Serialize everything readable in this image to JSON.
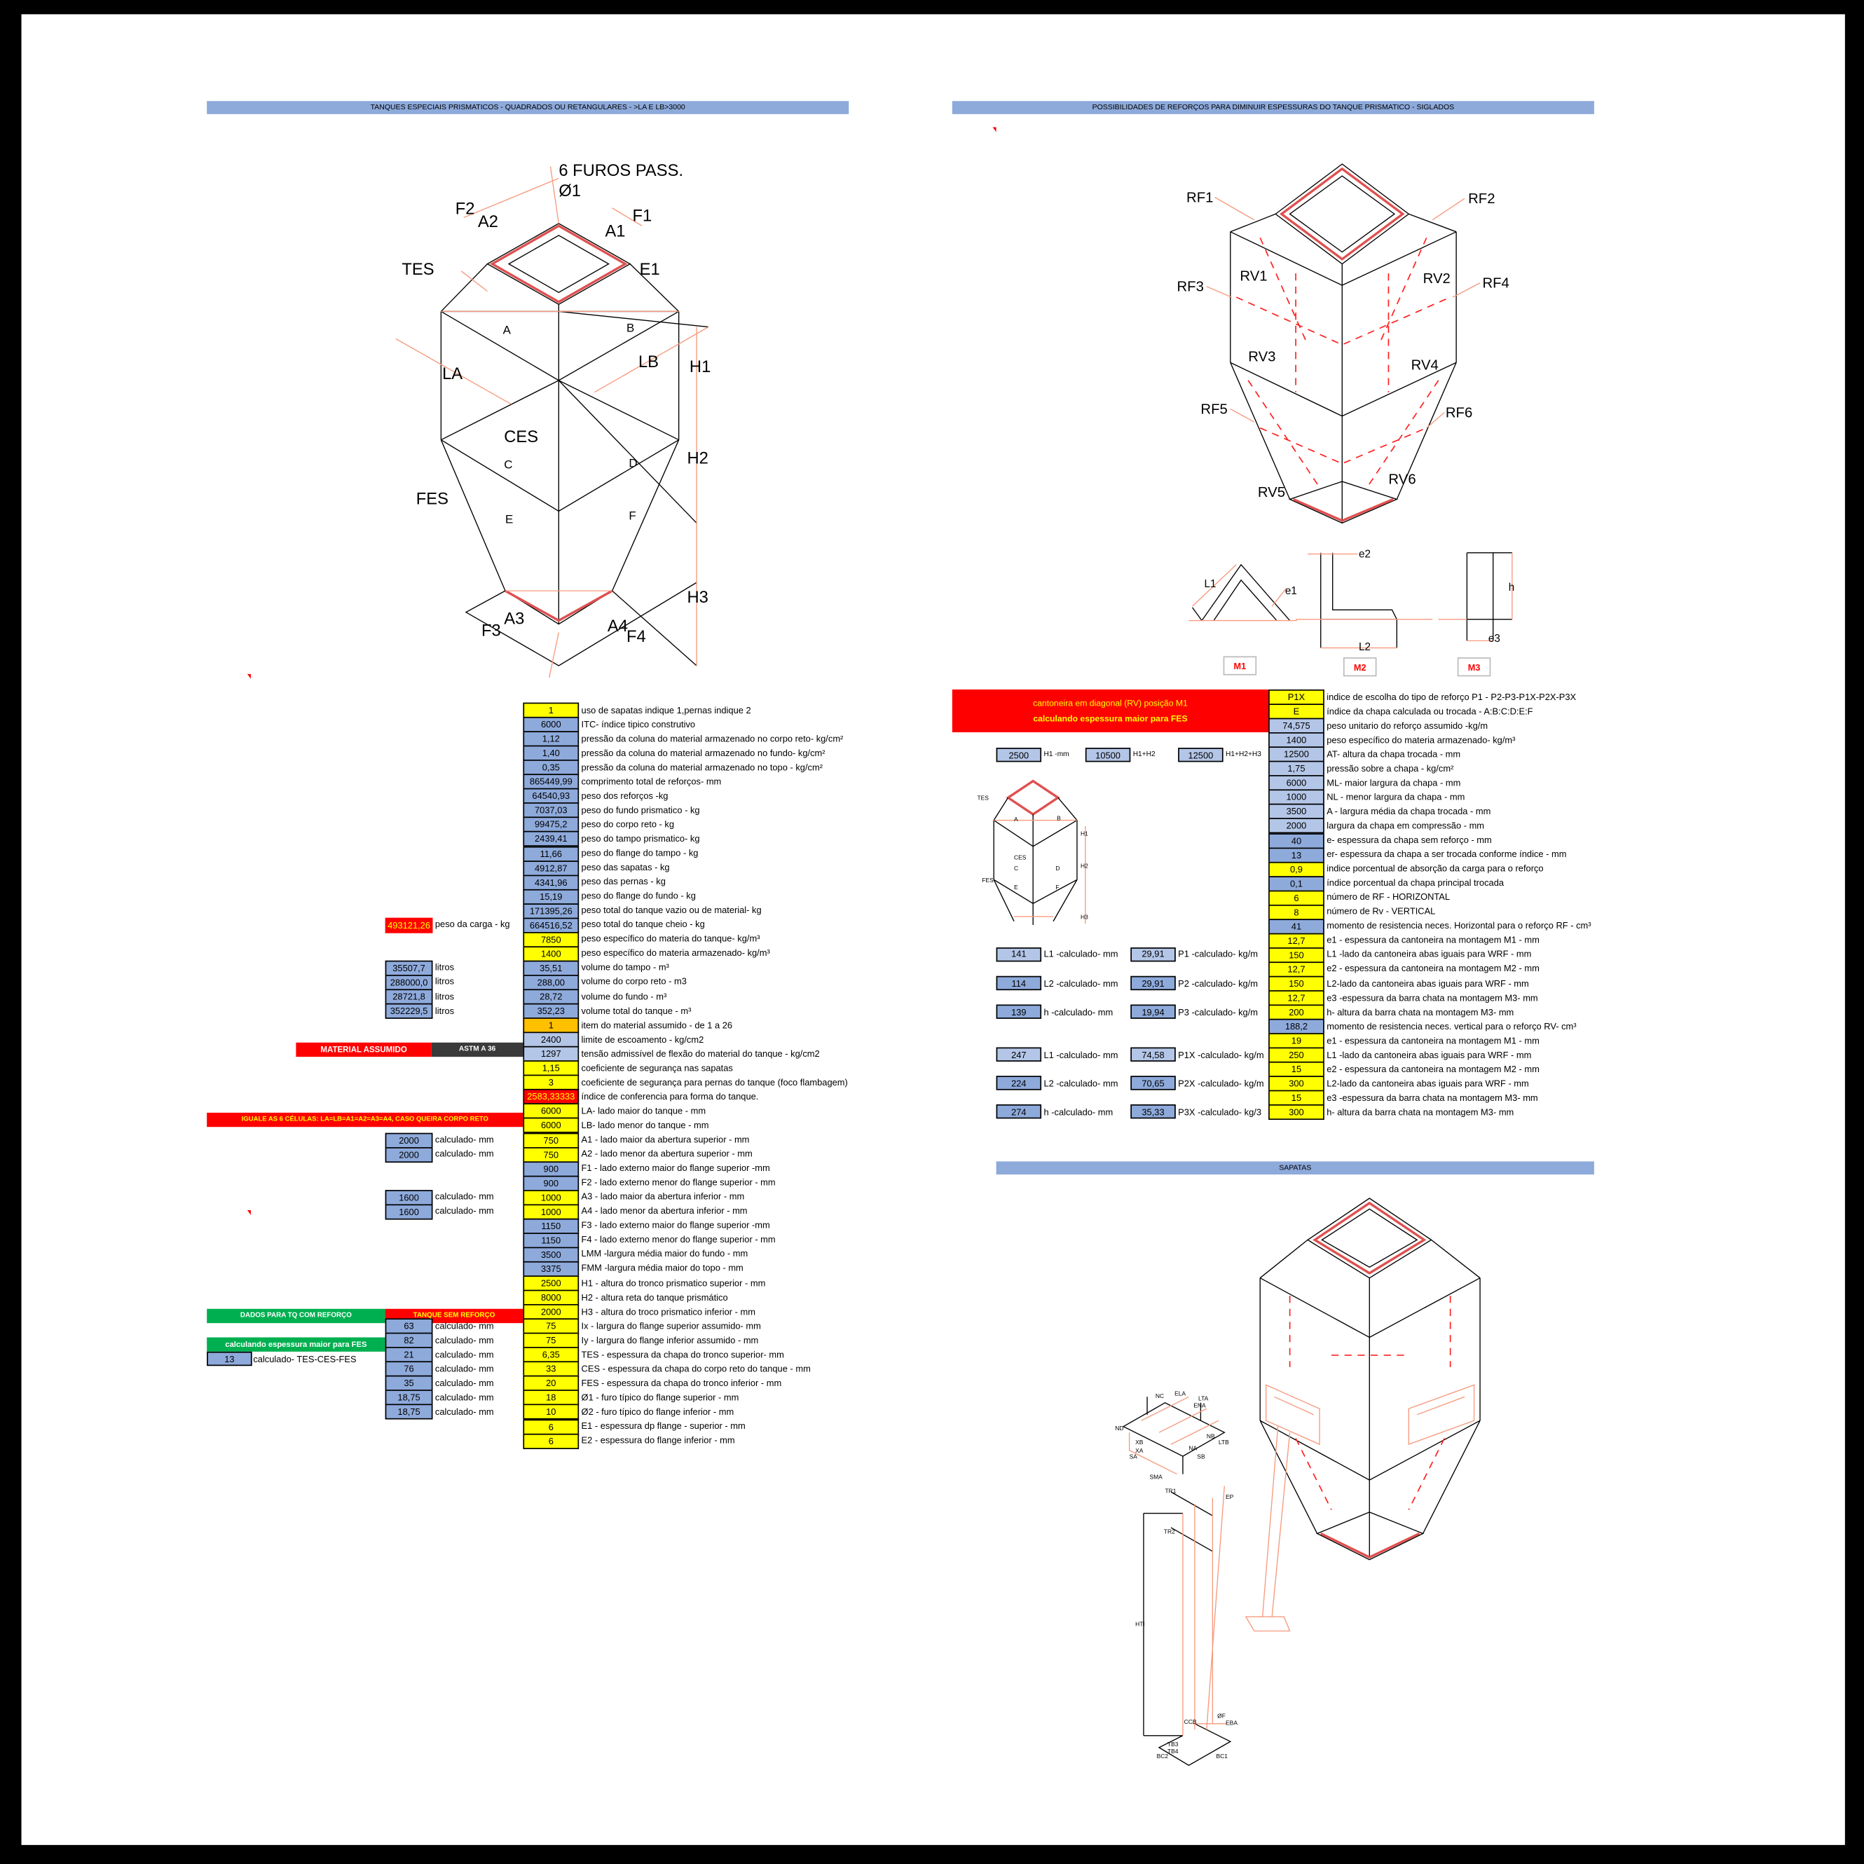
{
  "left_panel": {
    "title": "TANQUES ESPECIAIS PRISMATICOS - QUADRADOS OU RETANGULARES - >LA E LB>3000",
    "diagram_labels": {
      "furos": "6 FUROS PASS.",
      "phi1": "Ø1",
      "F2": "F2",
      "A2": "A2",
      "A1": "A1",
      "F1": "F1",
      "TES": "TES",
      "E1": "E1",
      "A": "A",
      "B": "B",
      "LA": "LA",
      "LB": "LB",
      "H1": "H1",
      "CES": "CES",
      "C": "C",
      "D": "D",
      "H2": "H2",
      "FES": "FES",
      "E": "E",
      "F": "F",
      "H3": "H3",
      "A3": "A3",
      "F3": "F3",
      "A4": "A4",
      "F4": "F4"
    },
    "rows": [
      {
        "value": "1",
        "label": "uso de sapatas indique 1,pernas indique 2",
        "color": "#ffff00"
      },
      {
        "value": "6000",
        "label": "ITC- índice tipico construtivo",
        "color": "#8eaadb"
      },
      {
        "value": "1,12",
        "label": "pressão da coluna do material armazenado  no corpo reto- kg/cm²",
        "color": "#8eaadb"
      },
      {
        "value": "1,40",
        "label": "pressão da coluna do material armazenado no fundo- kg/cm²",
        "color": "#8eaadb"
      },
      {
        "value": "0,35",
        "label": "pressão da coluna do material armazenado no topo - kg/cm²",
        "color": "#8eaadb"
      },
      {
        "value": "865449,99",
        "label": "comprimento total de reforços- mm",
        "color": "#8eaadb"
      },
      {
        "value": "64540,93",
        "label": "peso dos reforços -kg",
        "color": "#8eaadb"
      },
      {
        "value": "7037,03",
        "label": "peso do fundo  prismatico - kg",
        "color": "#8eaadb"
      },
      {
        "value": "99475,2",
        "label": "peso do corpo reto - kg",
        "color": "#8eaadb"
      },
      {
        "value": "2439,41",
        "label": "peso do tampo prismatico- kg",
        "color": "#8eaadb"
      },
      {
        "value": "11,66",
        "label": "peso do flange do tampo - kg",
        "color": "#8eaadb"
      },
      {
        "value": "4912,87",
        "label": "peso das sapatas - kg",
        "color": "#8eaadb"
      },
      {
        "value": "4341,96",
        "label": "peso das pernas - kg",
        "color": "#8eaadb"
      },
      {
        "value": "15,19",
        "label": "peso do flange do fundo - kg",
        "color": "#8eaadb"
      },
      {
        "value": "171395,26",
        "label": "peso  total do tanque  vazio ou de material- kg",
        "color": "#8eaadb"
      },
      {
        "value": "664516,52",
        "label": "peso total do tanque cheio - kg",
        "color": "#8eaadb"
      },
      {
        "value": "7850",
        "label": "peso específico do materia do tanque-  kg/m³",
        "color": "#ffff00"
      },
      {
        "value": "1400",
        "label": "peso específico do materia armazenado-  kg/m³",
        "color": "#ffff00"
      },
      {
        "value": "35,51",
        "label": "volume do  tampo - m³",
        "color": "#8eaadb"
      },
      {
        "value": "288,00",
        "label": "volume do corpo reto - m3",
        "color": "#8eaadb"
      },
      {
        "value": "28,72",
        "label": "volume do fundo - m³",
        "color": "#8eaadb"
      },
      {
        "value": "352,23",
        "label": "volume total do tanque - m³",
        "color": "#8eaadb"
      },
      {
        "value": "1",
        "label": "item do material assumido - de 1 a 26",
        "color": "#ffc000"
      },
      {
        "value": "2400",
        "label": "limite de escoamento - kg/cm2",
        "color": "#b4c6e7"
      },
      {
        "value": "1297",
        "label": "tensão admissível de flexão do material do tanque - kg/cm2",
        "color": "#b4c6e7"
      },
      {
        "value": "1,15",
        "label": "coeficiente de segurança nas sapatas",
        "color": "#ffff00"
      },
      {
        "value": "3",
        "label": "coeficiente de segurança  para pernas do tanque (foco flambagem)",
        "color": "#ffff00"
      },
      {
        "value": "2583,33333",
        "label": "índice de conferencia para forma do tanque.",
        "color": "#ff0000",
        "text_color": "#ffff00"
      },
      {
        "value": "6000",
        "label": "LA- lado maior do tanque - mm",
        "color": "#ffff00"
      },
      {
        "value": "6000",
        "label": "LB- lado menor do tanque - mm",
        "color": "#ffff00"
      },
      {
        "value": "750",
        "label": "A1 - lado maior da abertura superior - mm",
        "color": "#ffff00"
      },
      {
        "value": "750",
        "label": "A2 - lado menor da abertura superior - mm",
        "color": "#ffff00"
      },
      {
        "value": "900",
        "label": "F1 - lado externo maior do flange superior -mm",
        "color": "#8eaadb"
      },
      {
        "value": "900",
        "label": "F2 - lado externo menor do flange superior - mm",
        "color": "#8eaadb"
      },
      {
        "value": "1000",
        "label": "A3 - lado maior da abertura inferior - mm",
        "color": "#ffff00"
      },
      {
        "value": "1000",
        "label": "A4 - lado menor da abertura inferior - mm",
        "color": "#ffff00"
      },
      {
        "value": "1150",
        "label": "F3 - lado externo maior do flange superior -mm",
        "color": "#8eaadb"
      },
      {
        "value": "1150",
        "label": "F4 - lado externo menor do flange superior - mm",
        "color": "#8eaadb"
      },
      {
        "value": "3500",
        "label": "LMM -largura média maior do fundo - mm",
        "color": "#8eaadb"
      },
      {
        "value": "3375",
        "label": "FMM -largura média maior do topo - mm",
        "color": "#8eaadb"
      },
      {
        "value": "2500",
        "label": "H1 - altura do tronco prismatico superior - mm",
        "color": "#ffff00"
      },
      {
        "value": "8000",
        "label": "H2 - altura reta do tanque prismático",
        "color": "#ffff00"
      },
      {
        "value": "2000",
        "label": "H3 - altura do troco prismatico inferior - mm",
        "color": "#ffff00"
      },
      {
        "value": "75",
        "label": "Ix - largura do flange superior assumido- mm",
        "color": "#ffff00"
      },
      {
        "value": "75",
        "label": "Iy - largura do flange inferior  assumido - mm",
        "color": "#ffff00"
      },
      {
        "value": "6,35",
        "label": "TES - espessura da chapa do tronco superior- mm",
        "color": "#ffff00"
      },
      {
        "value": "33",
        "label": "CES - espessura da chapa do corpo reto do tanque - mm",
        "color": "#ffff00"
      },
      {
        "value": "20",
        "label": "FES - espessura da chapa do tronco inferior - mm",
        "color": "#ffff00"
      },
      {
        "value": "18",
        "label": "Ø1 - furo típico do flange superior - mm",
        "color": "#ffff00"
      },
      {
        "value": "10",
        "label": "Ø2 - furo típico do flange inferior - mm",
        "color": "#ffff00"
      },
      {
        "value": "6",
        "label": "E1 - espessura dp flange - superior - mm",
        "color": "#ffff00"
      },
      {
        "value": "6",
        "label": "E2 - espessura do flange inferior - mm",
        "color": "#ffff00"
      }
    ],
    "side_values": [
      {
        "row": 15,
        "value": "493121,26",
        "label": "peso da carga - kg",
        "color": "#ff0000",
        "text_color": "#ffff00"
      },
      {
        "row": 18,
        "value": "35507,7",
        "label": "litros",
        "color": "#8eaadb"
      },
      {
        "row": 19,
        "value": "288000,0",
        "label": "litros",
        "color": "#8eaadb"
      },
      {
        "row": 20,
        "value": "28721,8",
        "label": "litros",
        "color": "#8eaadb"
      },
      {
        "row": 21,
        "value": "352229,5",
        "label": "litros",
        "color": "#8eaadb"
      },
      {
        "row": 30,
        "value": "2000",
        "label": "calculado- mm",
        "color": "#8eaadb"
      },
      {
        "row": 31,
        "value": "2000",
        "label": "calculado- mm",
        "color": "#8eaadb"
      },
      {
        "row": 34,
        "value": "1600",
        "label": "calculado- mm",
        "color": "#8eaadb"
      },
      {
        "row": 35,
        "value": "1600",
        "label": "calculado- mm",
        "color": "#8eaadb"
      },
      {
        "row": 43,
        "value": "63",
        "label": "calculado- mm",
        "color": "#8eaadb"
      },
      {
        "row": 44,
        "value": "82",
        "label": "calculado- mm",
        "color": "#8eaadb"
      },
      {
        "row": 45,
        "value": "21",
        "label": "calculado- mm",
        "color": "#8eaadb"
      },
      {
        "row": 46,
        "value": "76",
        "label": "calculado- mm",
        "color": "#8eaadb"
      },
      {
        "row": 47,
        "value": "35",
        "label": "calculado- mm",
        "color": "#8eaadb"
      },
      {
        "row": 48,
        "value": "18,75",
        "label": "calculado- mm",
        "color": "#8eaadb"
      },
      {
        "row": 49,
        "value": "18,75",
        "label": "calculado- mm",
        "color": "#8eaadb"
      }
    ],
    "material_label": "MATERIAL ASSUMIDO",
    "material_value": "ASTM A 36",
    "iguale_note": "IGUALE AS 6 CÉLULAS: LA=LB=A1=A2=A3=A4, CASO QUEIRA  CORPO  RETO",
    "dados_reforco": "DADOS PARA TQ COM REFORÇO",
    "tanque_sem_reforco": "TANQUE SEM REFORÇO",
    "calc_fes": "calculando espessura maior para FES",
    "tes_ces_fes": {
      "value": "13",
      "label": "calculado- TES-CES-FES"
    }
  },
  "right_panel": {
    "title": "POSSIBILIDADES DE REFORÇOS PARA DIMINUIR ESPESSURAS DO TANQUE PRISMATICO - SIGLADOS",
    "diagram_labels": {
      "RF1": "RF1",
      "RF2": "RF2",
      "RF3": "RF3",
      "RV1": "RV1",
      "RV2": "RV2",
      "RF4": "RF4",
      "RV3": "RV3",
      "RV4": "RV4",
      "RF5": "RF5",
      "RF6": "RF6",
      "RV5": "RV5",
      "RV6": "RV6"
    },
    "profiles": {
      "L1": "L1",
      "e1": "e1",
      "e2": "e2",
      "L2": "L2",
      "h": "h",
      "e3": "e3",
      "M1": "M1",
      "M2": "M2",
      "M3": "M3"
    },
    "red_note_1": "cantoneira em diagonal (RV) posição M1",
    "red_note_2": "calculando espessura maior para FES",
    "heights": [
      {
        "value": "2500",
        "label": "H1 -mm"
      },
      {
        "value": "10500",
        "label": "H1+H2"
      },
      {
        "value": "12500",
        "label": "H1+H2+H3"
      }
    ],
    "thumb_labels": {
      "TES": "TES",
      "A": "A",
      "B": "B",
      "H1": "H1",
      "CES": "CES",
      "C": "C",
      "D": "D",
      "H2": "H2",
      "FES": "FES",
      "E": "E",
      "F": "F",
      "H3": "H3"
    },
    "rows": [
      {
        "value": "P1X",
        "label": "indice de escolha do tipo de reforço P1 - P2-P3-P1X-P2X-P3X",
        "color": "#ffff00"
      },
      {
        "value": "E",
        "label": "índice da chapa calculada ou trocada - A:B:C:D:E:F",
        "color": "#ffff00"
      },
      {
        "value": "74,575",
        "label": "peso unitario do reforço assumido -kg/m",
        "color": "#b4c6e7"
      },
      {
        "value": "1400",
        "label": "peso específico do materia armazenado-  kg/m³",
        "color": "#b4c6e7"
      },
      {
        "value": "12500",
        "label": "AT- altura da chapa trocada - mm",
        "color": "#b4c6e7"
      },
      {
        "value": "1,75",
        "label": "pressão sobre a chapa - kg/cm²",
        "color": "#b4c6e7"
      },
      {
        "value": "6000",
        "label": "ML- maior largura da chapa - mm",
        "color": "#b4c6e7"
      },
      {
        "value": "1000",
        "label": "NL - menor largura da chapa - mm",
        "color": "#b4c6e7"
      },
      {
        "value": "3500",
        "label": "A -  largura  média da chapa  trocada - mm",
        "color": "#b4c6e7"
      },
      {
        "value": "2000",
        "label": "largura da chapa em compressão - mm",
        "color": "#b4c6e7"
      },
      {
        "value": "40",
        "label": "e- espessura da chapa sem reforço - mm",
        "color": "#8eaadb"
      },
      {
        "value": "13",
        "label": "er- espessura da chapa a ser trocada conforme índice - mm",
        "color": "#8eaadb"
      },
      {
        "value": "0,9",
        "label": "indice  porcentual de absorção da carga para o reforço",
        "color": "#ffff00"
      },
      {
        "value": "0,1",
        "label": "índice porcentual da chapa principal trocada",
        "color": "#8eaadb"
      },
      {
        "value": "6",
        "label": "número de RF - HORIZONTAL",
        "color": "#ffff00"
      },
      {
        "value": "8",
        "label": "número de Rv - VERTICAL",
        "color": "#ffff00"
      },
      {
        "value": "41",
        "label": "momento de resistencia neces. Horizontal para o reforço RF - cm³",
        "color": "#8eaadb"
      },
      {
        "value": "12,7",
        "label": "e1 - espessura da cantoneira na montagem M1 - mm",
        "color": "#ffff00"
      },
      {
        "value": "150",
        "label": "L1 -lado da cantoneira abas iguais para WRF - mm",
        "color": "#ffff00"
      },
      {
        "value": "12,7",
        "label": "e2 - espessura da cantoneira na montagem M2 - mm",
        "color": "#ffff00"
      },
      {
        "value": "150",
        "label": "L2-lado da cantoneira abas iguais para WRF - mm",
        "color": "#ffff00"
      },
      {
        "value": "12,7",
        "label": "e3 -espessura da barra chata na montagem M3- mm",
        "color": "#ffff00"
      },
      {
        "value": "200",
        "label": "h- altura da barra chata na montagem M3- mm",
        "color": "#ffff00"
      },
      {
        "value": "188,2",
        "label": "momento de resistencia neces. vertical para o reforço RV- cm³",
        "color": "#8eaadb"
      },
      {
        "value": "19",
        "label": "e1 - espessura da cantoneira na montagem M1 - mm",
        "color": "#ffff00"
      },
      {
        "value": "250",
        "label": "L1 -lado da cantoneira abas iguais para WRF - mm",
        "color": "#ffff00"
      },
      {
        "value": "15",
        "label": "e2 - espessura da cantoneira na montagem M2 - mm",
        "color": "#ffff00"
      },
      {
        "value": "300",
        "label": "L2-lado da cantoneira abas iguais para WRF - mm",
        "color": "#ffff00"
      },
      {
        "value": "15",
        "label": "e3 -espessura da barra chata na montagem M3- mm",
        "color": "#ffff00"
      },
      {
        "value": "300",
        "label": "h- altura da barra chata na montagem M3- mm",
        "color": "#ffff00"
      }
    ],
    "calc_boxes": [
      {
        "row": 18,
        "value": "141",
        "label": "L1 -calculado- mm",
        "color": "#b4c6e7",
        "p_value": "29,91",
        "p_label": "P1 -calculado- kg/m",
        "p_color": "#b4c6e7"
      },
      {
        "row": 20,
        "value": "114",
        "label": "L2 -calculado- mm",
        "color": "#8eaadb",
        "p_value": "29,91",
        "p_label": "P2 -calculado- kg/m",
        "p_color": "#8eaadb"
      },
      {
        "row": 22,
        "value": "139",
        "label": "h -calculado- mm",
        "color": "#8eaadb",
        "p_value": "19,94",
        "p_label": "P3 -calculado- kg/m",
        "p_color": "#8eaadb"
      },
      {
        "row": 25,
        "value": "247",
        "label": "L1 -calculado- mm",
        "color": "#b4c6e7",
        "p_value": "74,58",
        "p_label": "P1X -calculado- kg/m",
        "p_color": "#b4c6e7"
      },
      {
        "row": 27,
        "value": "224",
        "label": "L2 -calculado- mm",
        "color": "#8eaadb",
        "p_value": "70,65",
        "p_label": "P2X -calculado- kg/m",
        "p_color": "#8eaadb"
      },
      {
        "row": 29,
        "value": "274",
        "label": "h -calculado- mm",
        "color": "#8eaadb",
        "p_value": "35,33",
        "p_label": "P3X -calculado- kg/3",
        "p_color": "#8eaadb"
      }
    ]
  },
  "sapatas": {
    "title": "SAPATAS",
    "labels": {
      "NC": "NC",
      "ELA": "ELA",
      "LTA": "LTA",
      "ENA": "ENA",
      "ND": "ND",
      "XB": "XB",
      "XA": "XA",
      "SA": "SA",
      "NB": "NB",
      "LTB": "LTB",
      "NA": "NA",
      "SB": "SB",
      "SMA": "SMA",
      "TR1": "TR1",
      "EP": "EP",
      "TR2": "TR2",
      "HTI": "HTI",
      "CCB": "CCB",
      "OF": "ØF",
      "EBA": "EBA",
      "TB3": "TB3",
      "TB4": "TB4",
      "BC2": "BC2",
      "BC1": "BC1"
    }
  }
}
